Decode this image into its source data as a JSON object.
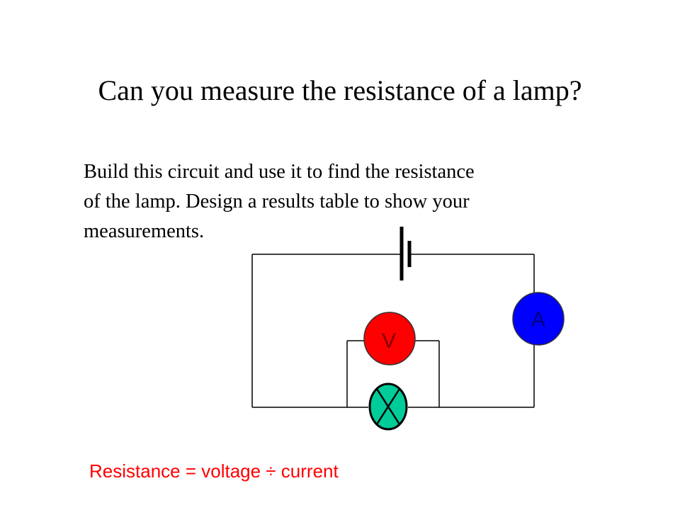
{
  "title": "Can you measure the resistance of a lamp?",
  "instructions": {
    "line1": "Build this circuit and use it to find the resistance",
    "line2": "of the lamp. Design a results table to show your",
    "line3": "measurements."
  },
  "circuit": {
    "voltmeter_label": "V",
    "ammeter_label": "A",
    "colors": {
      "voltmeter": "#ff0000",
      "ammeter": "#0000ff",
      "lamp": "#00cc99",
      "wire": "#000000"
    }
  },
  "formula": {
    "text": "Resistance = voltage ÷ current",
    "color": "#ff0000"
  }
}
